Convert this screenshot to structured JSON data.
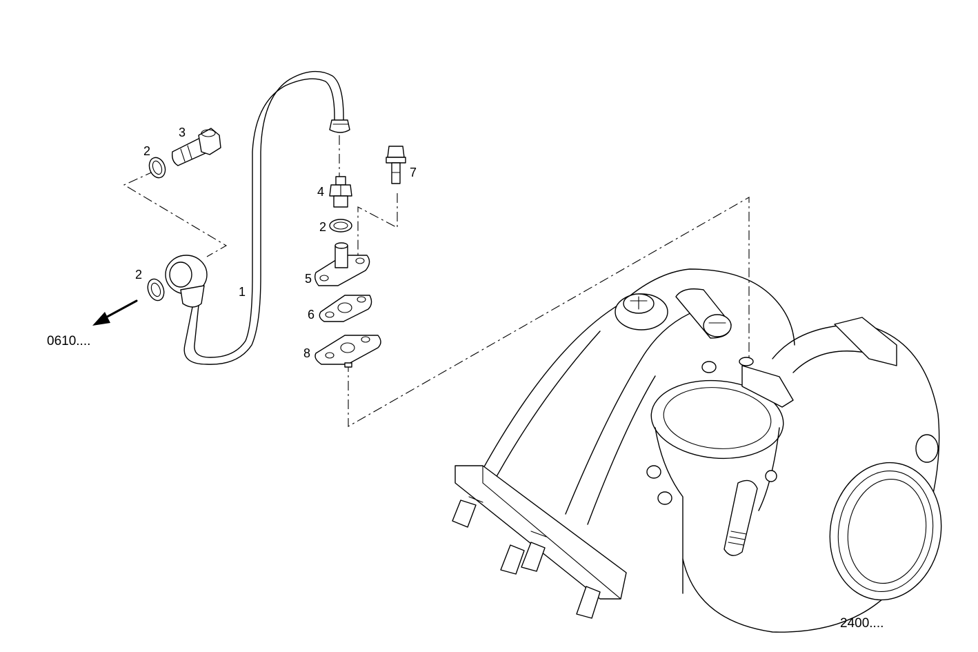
{
  "callouts": {
    "c1": "1",
    "c2a": "2",
    "c2b": "2",
    "c2c": "2",
    "c3": "3",
    "c4": "4",
    "c5": "5",
    "c6": "6",
    "c7": "7",
    "c8": "8"
  },
  "references": {
    "ref_0610": "0610....",
    "ref_2400": "2400...."
  },
  "icons": {
    "arrow": "direction-arrow-icon"
  }
}
